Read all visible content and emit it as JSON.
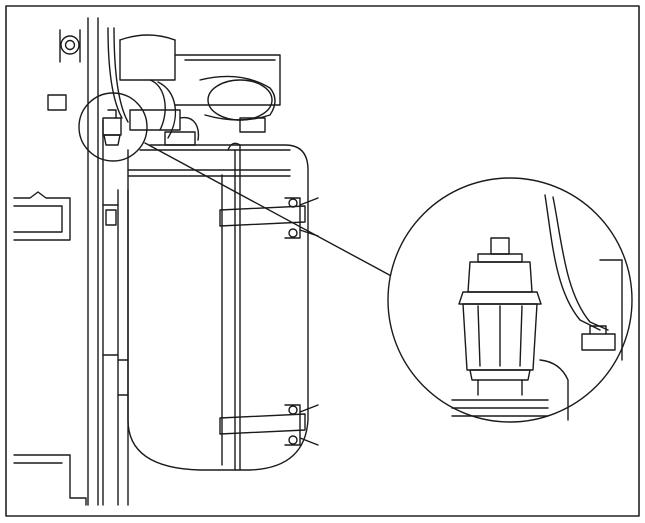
{
  "figure": {
    "parts": [
      "vessel",
      "mounting-strap",
      "strap-clip",
      "air-vent-valve",
      "pipe",
      "electrical-wire",
      "magnifier-circle",
      "leader-line",
      "wall-bracket",
      "flow-tube",
      "return-pipe",
      "top-assembly"
    ]
  }
}
